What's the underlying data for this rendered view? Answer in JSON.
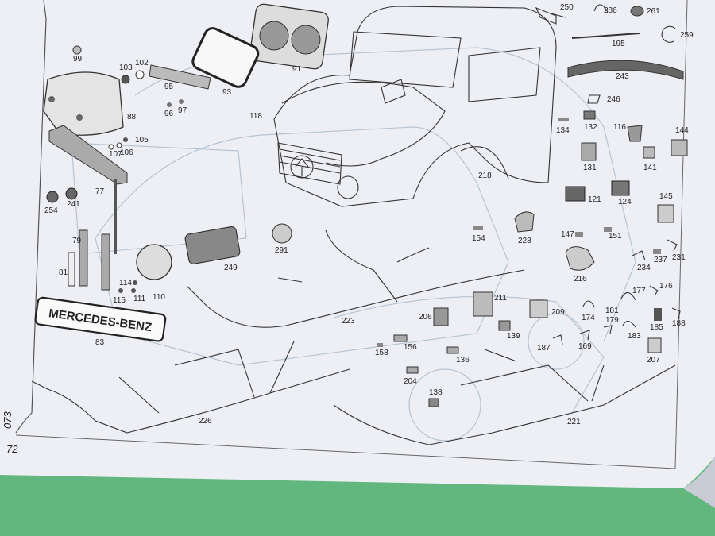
{
  "page": {
    "number": "72",
    "section_code": "073"
  },
  "logo_text": "MERCEDES-BENZ",
  "parts": [
    {
      "id": "p-250",
      "label": "250"
    },
    {
      "id": "p-286",
      "label": "286"
    },
    {
      "id": "p-261",
      "label": "261"
    },
    {
      "id": "p-259",
      "label": "259"
    },
    {
      "id": "p-195",
      "label": "195"
    },
    {
      "id": "p-243",
      "label": "243"
    },
    {
      "id": "p-246",
      "label": "246"
    },
    {
      "id": "p-99",
      "label": "99"
    },
    {
      "id": "p-103",
      "label": "103"
    },
    {
      "id": "p-102",
      "label": "102"
    },
    {
      "id": "p-95",
      "label": "95"
    },
    {
      "id": "p-93",
      "label": "93"
    },
    {
      "id": "p-91",
      "label": "91"
    },
    {
      "id": "p-96",
      "label": "96"
    },
    {
      "id": "p-97",
      "label": "97"
    },
    {
      "id": "p-88",
      "label": "88"
    },
    {
      "id": "p-118",
      "label": "118"
    },
    {
      "id": "p-105",
      "label": "105"
    },
    {
      "id": "p-107",
      "label": "107"
    },
    {
      "id": "p-106",
      "label": "106"
    },
    {
      "id": "p-134",
      "label": "134"
    },
    {
      "id": "p-132",
      "label": "132"
    },
    {
      "id": "p-116",
      "label": "116"
    },
    {
      "id": "p-144",
      "label": "144"
    },
    {
      "id": "p-131",
      "label": "131"
    },
    {
      "id": "p-141",
      "label": "141"
    },
    {
      "id": "p-218",
      "label": "218"
    },
    {
      "id": "p-77",
      "label": "77"
    },
    {
      "id": "p-254",
      "label": "254"
    },
    {
      "id": "p-241",
      "label": "241"
    },
    {
      "id": "p-121",
      "label": "121"
    },
    {
      "id": "p-124",
      "label": "124"
    },
    {
      "id": "p-145",
      "label": "145"
    },
    {
      "id": "p-154",
      "label": "154"
    },
    {
      "id": "p-228",
      "label": "228"
    },
    {
      "id": "p-147",
      "label": "147"
    },
    {
      "id": "p-151",
      "label": "151"
    },
    {
      "id": "p-79",
      "label": "79"
    },
    {
      "id": "p-291",
      "label": "291"
    },
    {
      "id": "p-249",
      "label": "249"
    },
    {
      "id": "p-234",
      "label": "234"
    },
    {
      "id": "p-237",
      "label": "237"
    },
    {
      "id": "p-231",
      "label": "231"
    },
    {
      "id": "p-81",
      "label": "81"
    },
    {
      "id": "p-216",
      "label": "216"
    },
    {
      "id": "p-114",
      "label": "114"
    },
    {
      "id": "p-115",
      "label": "115"
    },
    {
      "id": "p-111",
      "label": "111"
    },
    {
      "id": "p-110",
      "label": "110"
    },
    {
      "id": "p-177",
      "label": "177"
    },
    {
      "id": "p-176",
      "label": "176"
    },
    {
      "id": "p-211",
      "label": "211"
    },
    {
      "id": "p-206",
      "label": "206"
    },
    {
      "id": "p-209",
      "label": "209"
    },
    {
      "id": "p-174",
      "label": "174"
    },
    {
      "id": "p-181",
      "label": "181"
    },
    {
      "id": "p-179",
      "label": "179"
    },
    {
      "id": "p-185",
      "label": "185"
    },
    {
      "id": "p-188",
      "label": "188"
    },
    {
      "id": "p-223",
      "label": "223"
    },
    {
      "id": "p-139",
      "label": "139"
    },
    {
      "id": "p-187",
      "label": "187"
    },
    {
      "id": "p-169",
      "label": "169"
    },
    {
      "id": "p-183",
      "label": "183"
    },
    {
      "id": "p-83",
      "label": "83"
    },
    {
      "id": "p-158",
      "label": "158"
    },
    {
      "id": "p-156",
      "label": "156"
    },
    {
      "id": "p-136",
      "label": "136"
    },
    {
      "id": "p-207",
      "label": "207"
    },
    {
      "id": "p-204",
      "label": "204"
    },
    {
      "id": "p-138",
      "label": "138"
    },
    {
      "id": "p-226",
      "label": "226"
    },
    {
      "id": "p-221",
      "label": "221"
    }
  ]
}
